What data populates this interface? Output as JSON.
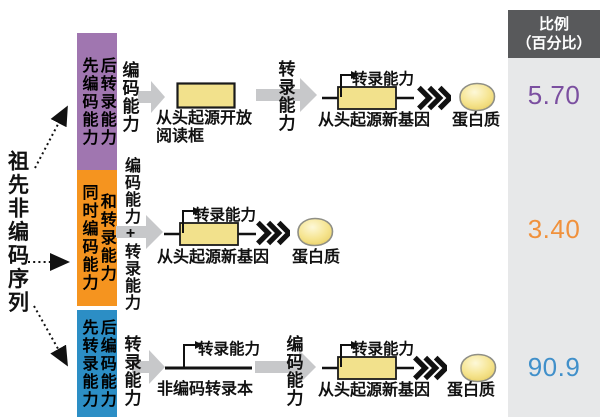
{
  "figure_type": "de-novo-gene-origination-pathways-diagram",
  "colors": {
    "purple_box": "#a076b0",
    "orange_box": "#f5941f",
    "blue_box": "#2c8ec5",
    "gene_fill": "#f2e18c",
    "gray_arrow": "#c7c8ca",
    "header_bg": "#58595b",
    "column_bg": "#e7e8e9",
    "value_purple": "#7b4fa0",
    "value_orange": "#f0913c",
    "value_blue": "#4190ca"
  },
  "ancestor": {
    "label": "祖先非编码序列"
  },
  "proportion": {
    "header": "比例\n（百分比）",
    "values": [
      {
        "value": "5.70"
      },
      {
        "value": "3.40"
      },
      {
        "value": "90.9"
      }
    ]
  },
  "rows": [
    {
      "box_left": "先编码能力",
      "box_right": "后转录能力",
      "ability1": "编码能力",
      "step1_label": "从头起源开放\n阅读框",
      "ability2": "转录能力",
      "step2_tss": "转录能力",
      "step2_label": "从头起源新基因",
      "protein_label": "蛋白质"
    },
    {
      "box_left": "同时编码能力",
      "box_right": "和转录能力",
      "ability1": "编码能力+转录能力",
      "step1_tss": "转录能力",
      "step1_label": "从头起源新基因",
      "protein_label": "蛋白质"
    },
    {
      "box_left": "先转录能力",
      "box_right": "后编码能力",
      "ability1": "转录能力",
      "step1_tss": "转录能力",
      "step1_label": "非编码转录本",
      "ability2": "编码能力",
      "step2_tss": "转录能力",
      "step2_label": "从头起源新基因",
      "protein_label": "蛋白质"
    }
  ]
}
